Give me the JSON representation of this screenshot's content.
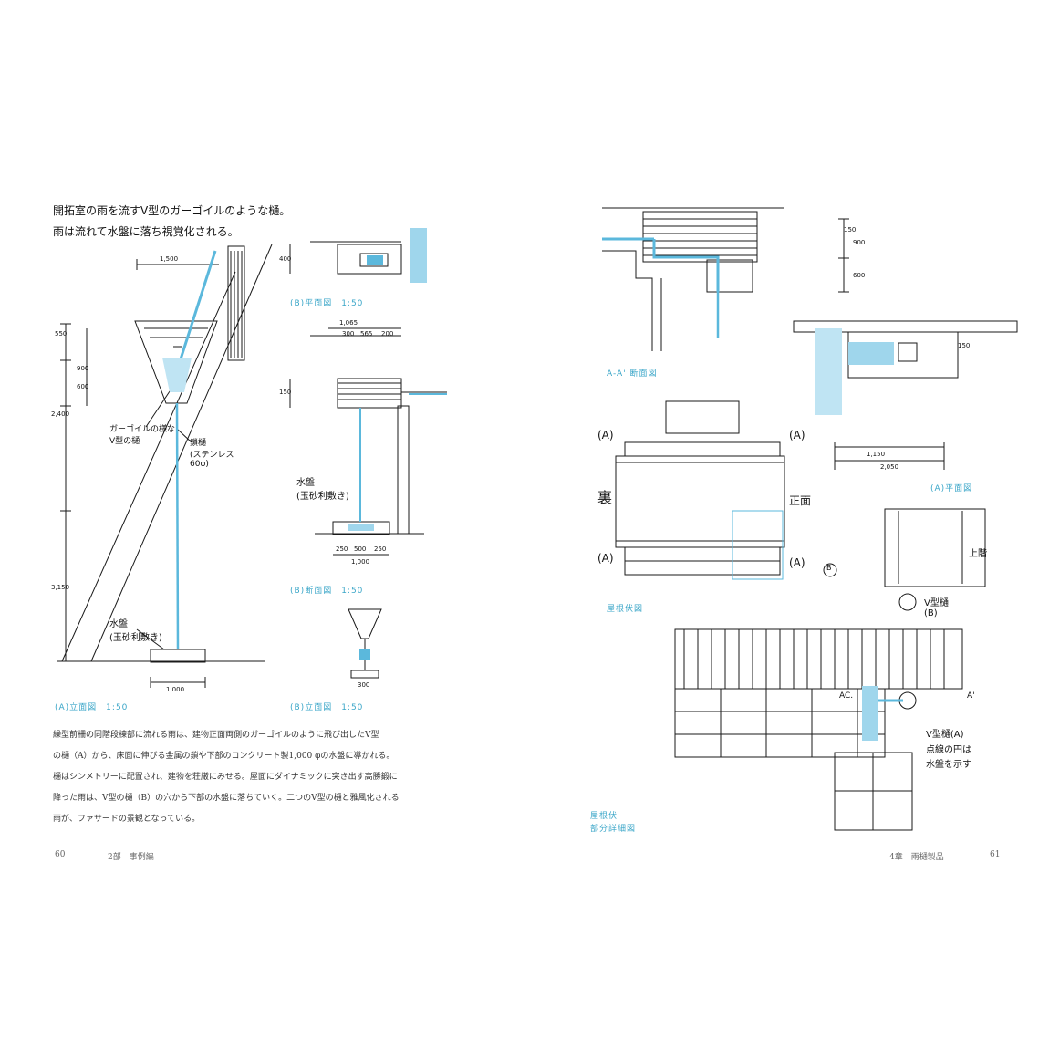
{
  "left_page": {
    "handnote_line1": "開拓室の雨を流すV型のガーゴイルのような樋。",
    "handnote_line2": "雨は流れて水盤に落ち視覚化される。",
    "labels": {
      "gargoyle_v_gutter": "ガーゴイルの様な\nV型の樋",
      "chain_gutter": "鎖樋\n(ステンレス\n60φ)",
      "water_basin": "水盤\n(玉砂利敷き)",
      "water_basin_2": "水盤\n(玉砂利敷き)"
    },
    "dimensions": {
      "top": "1,500",
      "h550": "550",
      "h900": "900",
      "h600": "600",
      "h2400": "2,400",
      "h3150": "3,150",
      "base": "1,000",
      "plan_w": "400",
      "sec_w": "1,065",
      "sec_a": "300",
      "sec_b": "565",
      "sec_c": "200",
      "sec_h": "150",
      "basin_a": "250",
      "basin_b": "500",
      "basin_c": "250",
      "basin_total": "1,000",
      "small_w": "300"
    },
    "captions": {
      "a_elevation": "(A)立面図　1:50",
      "b_plan": "(B)平面図　1:50",
      "b_section": "(B)断面図　1:50",
      "b_elevation": "(B)立面図　1:50"
    },
    "body_text": [
      "繰型前柵の同階段棟部に流れる雨は、建物正面両側のガーゴイルのように飛び出したV型",
      "の樋（A）から、床面に伸びる金属の鎖や下部のコンクリート製1,000 φの水盤に導かれる。",
      "樋はシンメトリーに配置され、建物を荘厳にみせる。屋面にダイナミックに突き出す高勝鍛に",
      "降った雨は、V型の樋（B）の穴から下部の水盤に落ちていく。二つのV型の樋と雅風化される",
      "雨が、ファサードの景観となっている。"
    ],
    "footer": {
      "page_no": "60",
      "chapter": "2部　事例編"
    }
  },
  "right_page": {
    "captions": {
      "aa_section": "A-A' 断面図",
      "a_plan": "(A)平面図",
      "roof_plan": "屋根伏図",
      "roof_partial": "屋根伏\n部分詳細図"
    },
    "labels": {
      "back": "裏",
      "front": "正面",
      "a1": "(A)",
      "a2": "(A)",
      "a3": "(A)",
      "a4": "(A)",
      "b_marker": "B",
      "upper_floor": "上階",
      "v_gutter_b": "V型樋\n(B)",
      "v_gutter_a": "V型樋(A)",
      "circle_note": "点線の円は\n水盤を示す",
      "ac": "AC.",
      "a_prime": "A'"
    },
    "dimensions": {
      "r150": "150",
      "r900": "900",
      "r600": "600",
      "r1150": "1,150",
      "r2050": "2,050",
      "r150b": "150"
    },
    "footer": {
      "chapter": "4章　雨樋製品",
      "page_no": "61"
    }
  },
  "colors": {
    "water": "#5bb8dc",
    "caption": "#3aa6c8",
    "ink": "#1a1a1a"
  }
}
